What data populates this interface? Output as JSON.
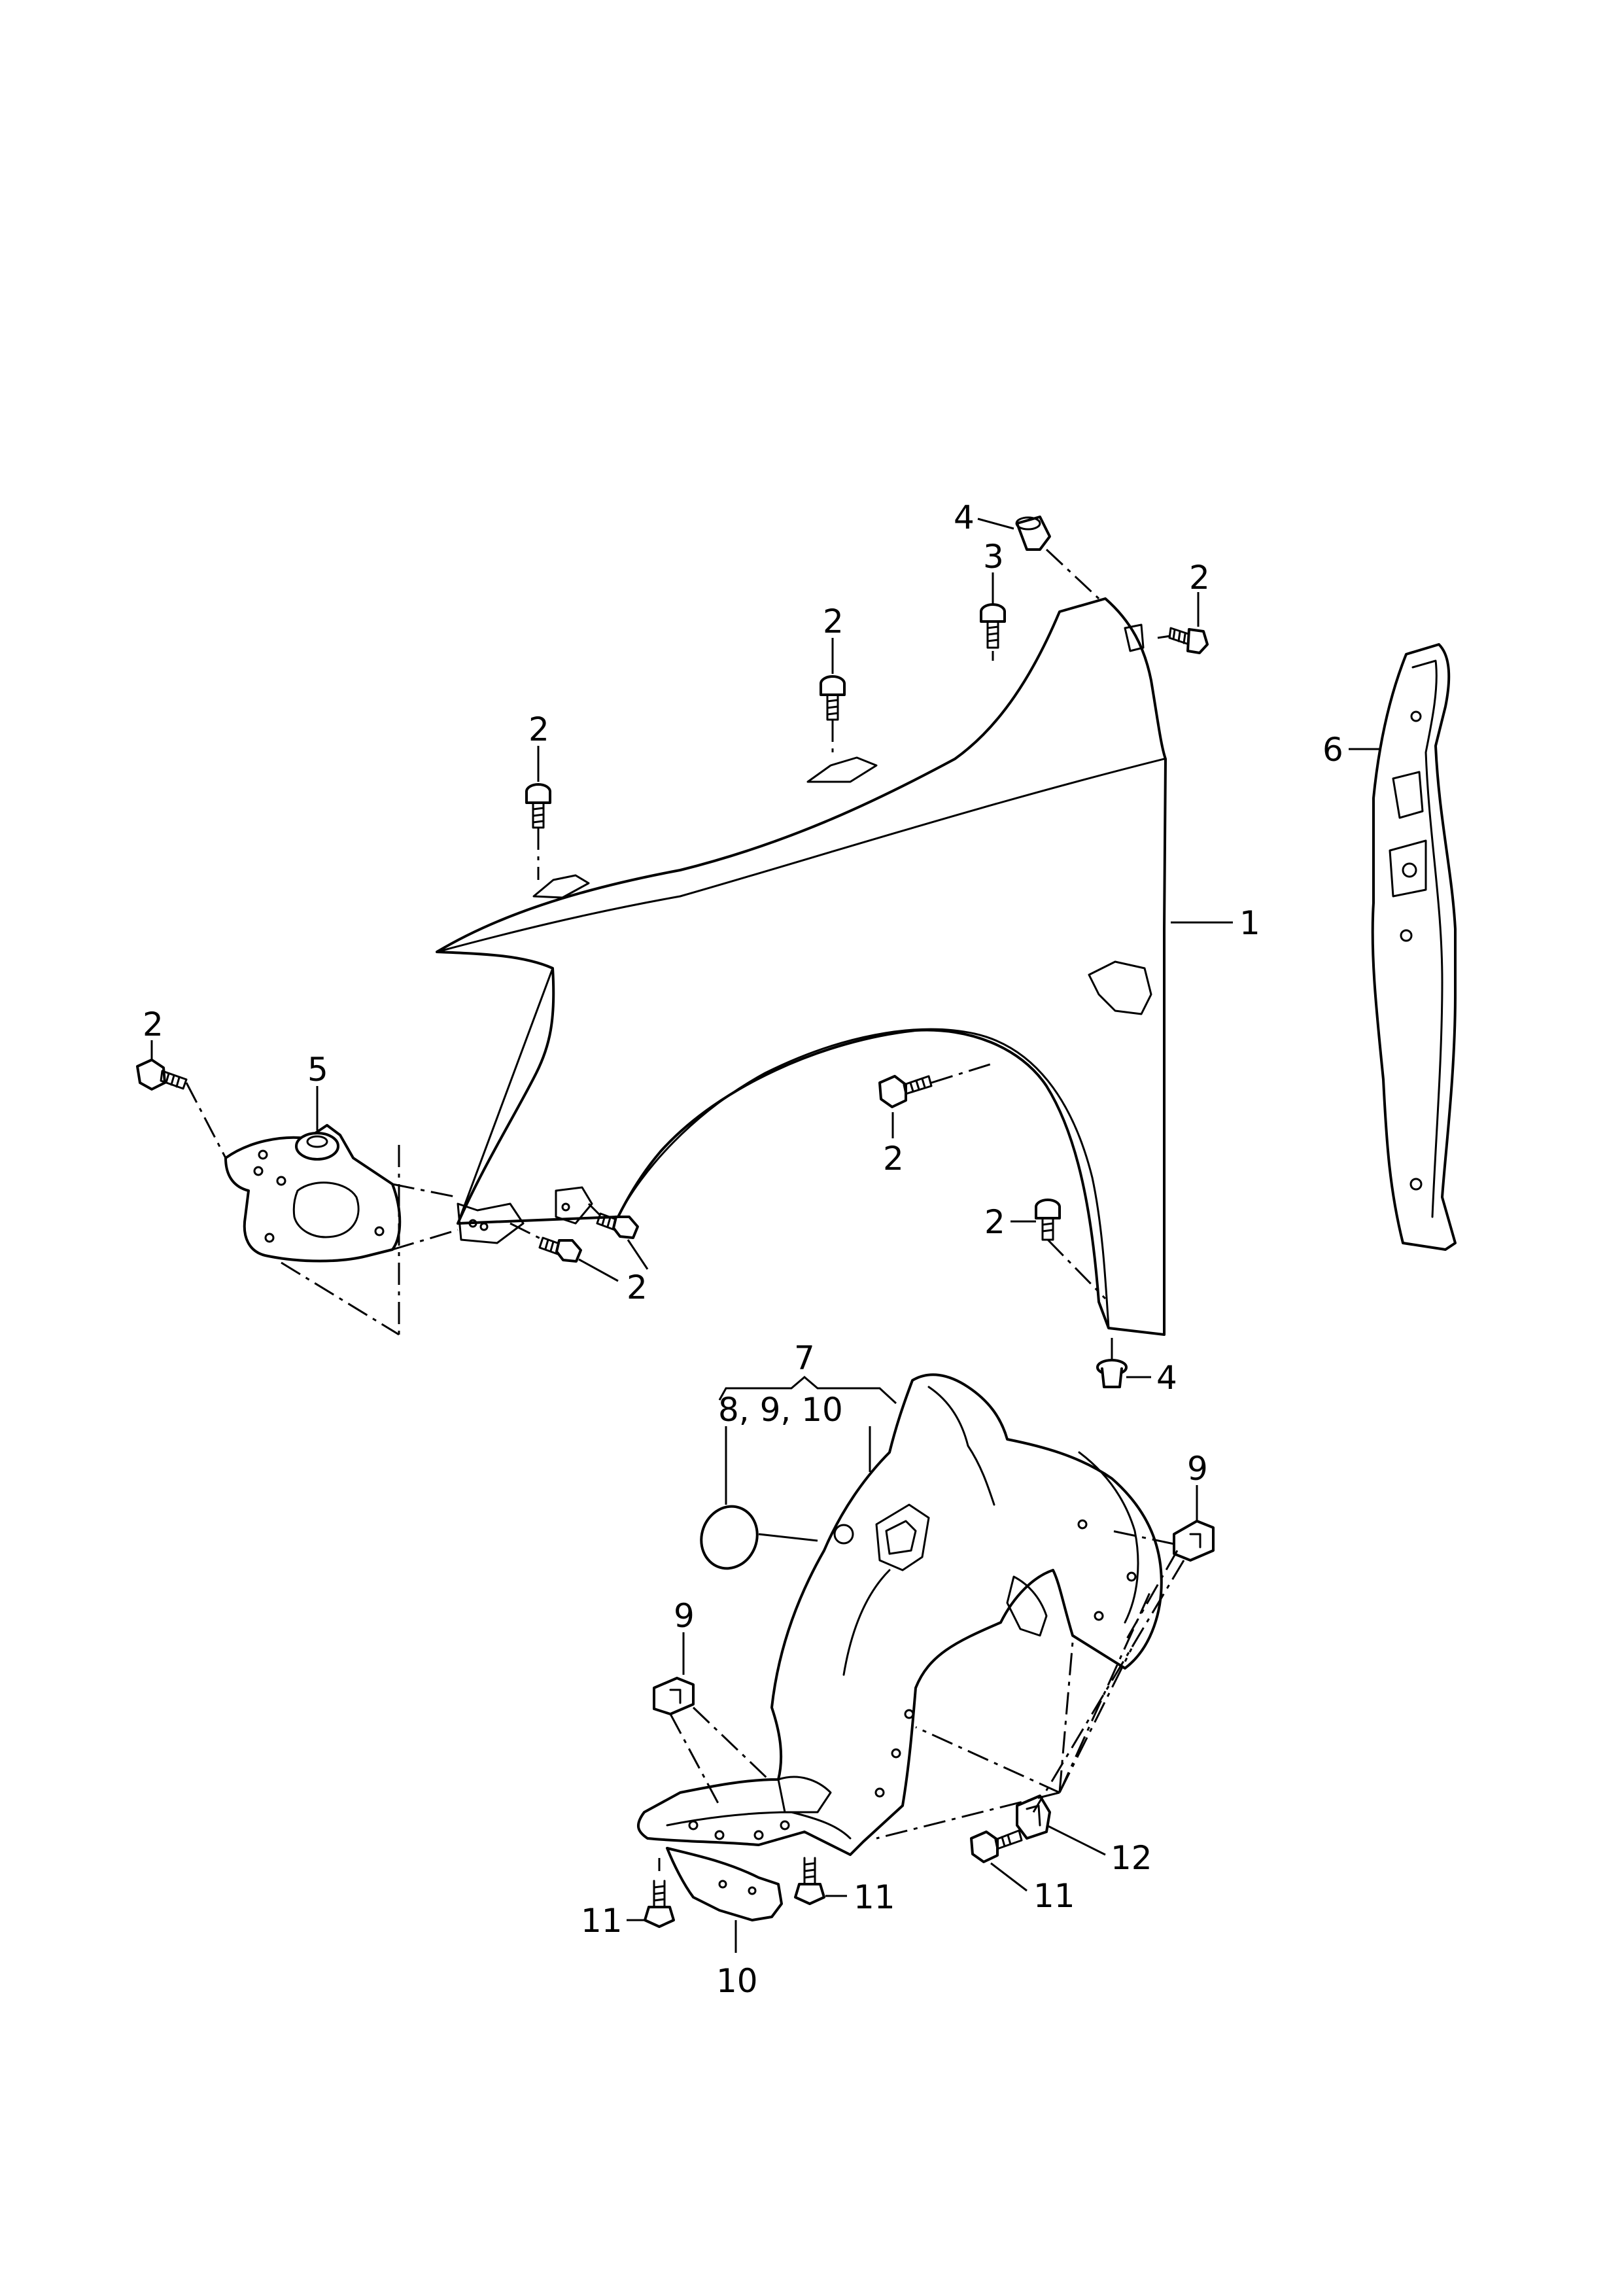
{
  "callouts": {
    "fender": "1",
    "bolt_fender_rear_top": "2",
    "bolt_fender_top_mid": "2",
    "bolt_fender_top_front": "2",
    "bolt_bracket": "2",
    "bolt_arch": "2",
    "bolt_front_lower": "2",
    "bolt_rear_lower": "2",
    "screw_top": "3",
    "nut_top": "4",
    "nut_bottom": "4",
    "bracket": "5",
    "seal_strip": "6",
    "wheel_housing_liner": "7",
    "liner_group": "8, 9,  10",
    "clip_right": "9",
    "clip_left": "9",
    "deflector": "10",
    "screw_left": "11",
    "screw_center": "11",
    "screw_right": "11",
    "expanding_nut": "12"
  }
}
